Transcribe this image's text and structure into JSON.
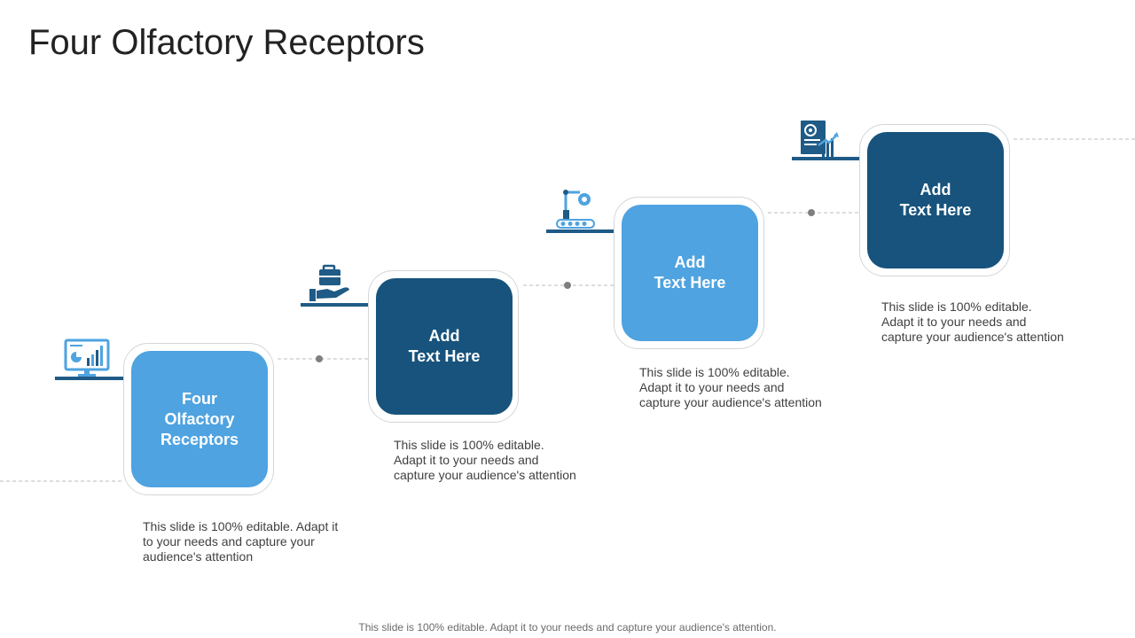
{
  "title": "Four Olfactory Receptors",
  "steps": [
    {
      "label": "Four\nOlfactory\nReceptors",
      "desc": "This slide is 100% editable. Adapt it\nto your needs and capture your\naudience's attention",
      "icon": "monitor-chart-icon",
      "style": "light"
    },
    {
      "label": "Add\nText Here",
      "desc": "This slide is 100% editable.\nAdapt it to your needs and\ncapture your audience's attention",
      "icon": "hand-briefcase-icon",
      "style": "dark"
    },
    {
      "label": "Add\nText Here",
      "desc": "This slide is 100% editable.\nAdapt it to your needs and\ncapture your audience's attention",
      "icon": "robot-arm-conveyor-icon",
      "style": "light"
    },
    {
      "label": "Add\nText Here",
      "desc": "This slide is 100% editable.\nAdapt it to your needs and\ncapture your audience's attention",
      "icon": "report-growth-icon",
      "style": "dark"
    }
  ],
  "footer": "This slide is 100% editable. Adapt it to your needs and capture your audience's attention.",
  "colors": {
    "light_blue": "#4ea3e0",
    "dark_blue": "#17537c",
    "shelf": "#1f5b86",
    "connector": "#b9bcbf",
    "dot": "#7f7f7f"
  }
}
